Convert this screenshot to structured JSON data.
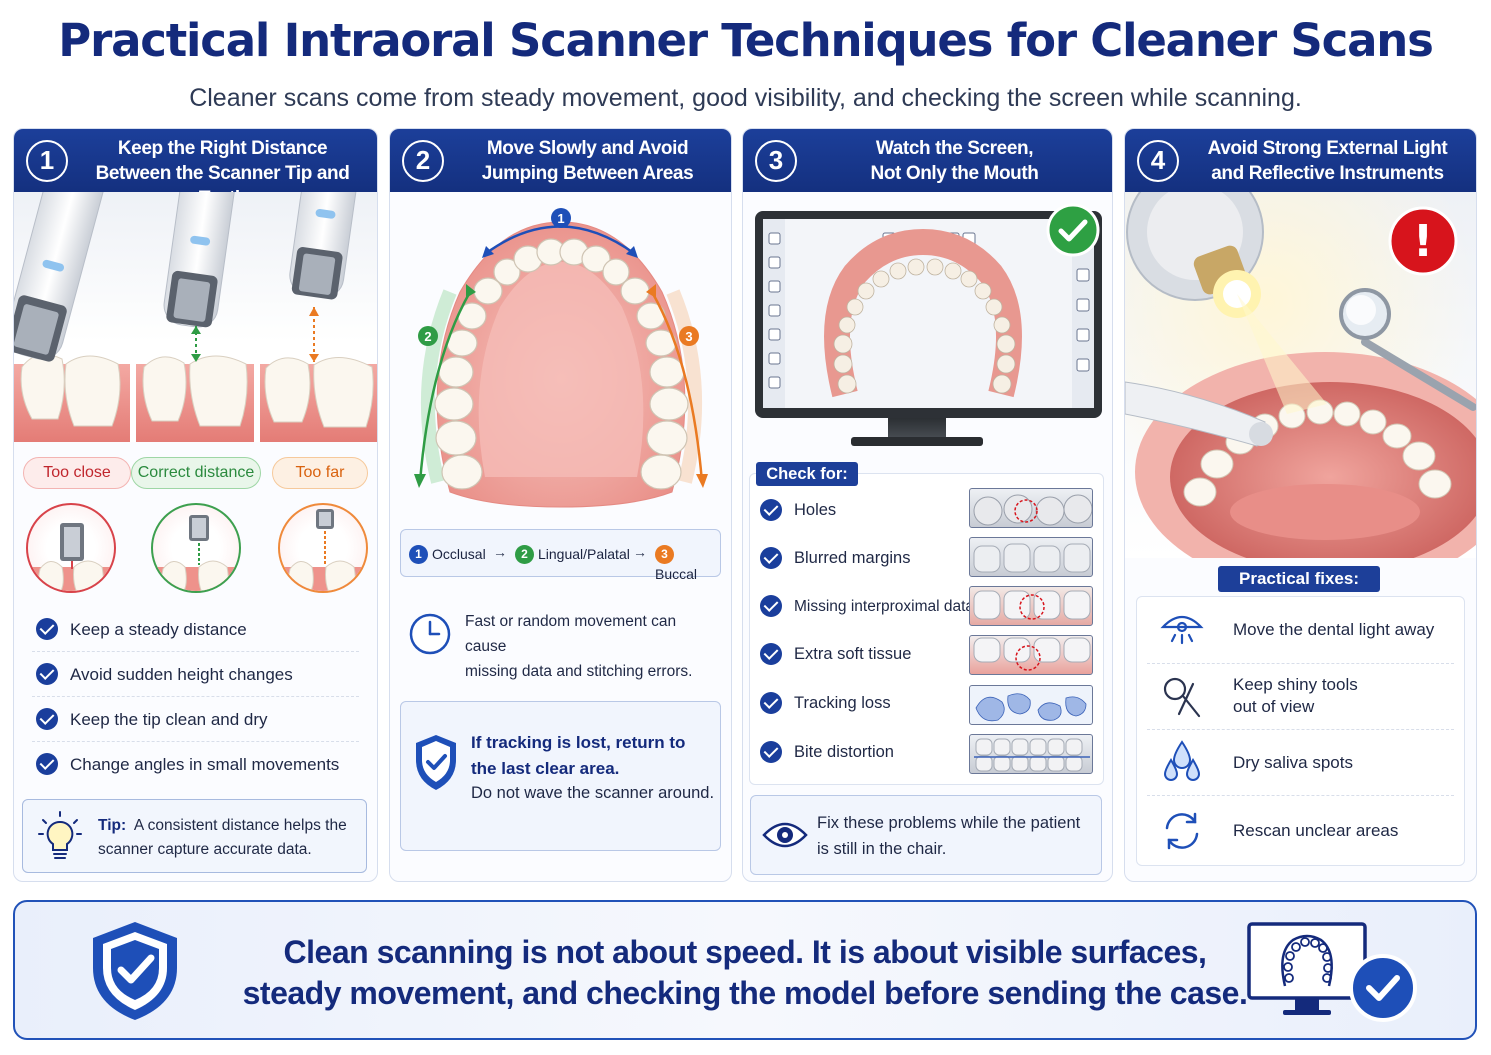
{
  "header": {
    "title": "Practical Intraoral Scanner Techniques for Cleaner Scans",
    "subtitle": "Cleaner scans come from steady movement, good visibility, and checking the screen while scanning."
  },
  "panel1": {
    "number": "1",
    "title_line1": "Keep the Right Distance",
    "title_line2": "Between the Scanner Tip and Teeth",
    "labels": {
      "too_close": "Too close",
      "correct": "Correct distance",
      "too_far": "Too far"
    },
    "checklist": [
      "Keep a steady distance",
      "Avoid sudden height changes",
      "Keep the tip clean and dry",
      "Change angles in small movements"
    ],
    "tip_label": "Tip:",
    "tip_line1": "A consistent distance helps the",
    "tip_line2": "scanner capture accurate data."
  },
  "panel2": {
    "number": "2",
    "title_line1": "Move Slowly and Avoid",
    "title_line2": "Jumping Between Areas",
    "arch_markers": [
      "1",
      "2",
      "3"
    ],
    "sequence": [
      {
        "num": "1",
        "label": "Occlusal"
      },
      {
        "num": "2",
        "label": "Lingual/Palatal"
      },
      {
        "num": "3",
        "label": "Buccal"
      }
    ],
    "arrow": "→",
    "info_line1": "Fast or random movement can cause",
    "info_line2": "missing data and stitching errors.",
    "track_bold1": "If tracking is lost, return to",
    "track_bold2": "the last clear area.",
    "track_note": "Do not wave the scanner around."
  },
  "panel3": {
    "number": "3",
    "title_line1": "Watch the Screen,",
    "title_line2": "Not Only the Mouth",
    "checkfor_label": "Check for:",
    "checks": [
      "Holes",
      "Blurred margins",
      "Missing interproximal data",
      "Extra soft tissue",
      "Tracking loss",
      "Bite distortion"
    ],
    "fix_line1": "Fix these problems while the patient",
    "fix_line2": "is still in the chair."
  },
  "panel4": {
    "number": "4",
    "title_line1": "Avoid Strong External Light",
    "title_line2": "and Reflective Instruments",
    "warning_symbol": "!",
    "fixes_label": "Practical fixes:",
    "fixes": [
      {
        "icon": "dental-light-icon",
        "line1": "Move the dental light away",
        "line2": ""
      },
      {
        "icon": "mirror-tool-icon",
        "line1": "Keep shiny tools",
        "line2": "out of view"
      },
      {
        "icon": "saliva-drops-icon",
        "line1": "Dry saliva spots",
        "line2": ""
      },
      {
        "icon": "rescan-arrows-icon",
        "line1": "Rescan unclear areas",
        "line2": ""
      }
    ]
  },
  "banner": {
    "line1": "Clean scanning is not about speed. It is about visible surfaces,",
    "line2": "steady movement, and checking the model before sending the case."
  },
  "colors": {
    "navy": "#142a7c",
    "header_blue": "#1c3f9a",
    "red": "#c0262d",
    "green": "#2b8a3e",
    "orange": "#d9620f",
    "check_green": "#2ea043",
    "warning_red": "#d7141c"
  }
}
